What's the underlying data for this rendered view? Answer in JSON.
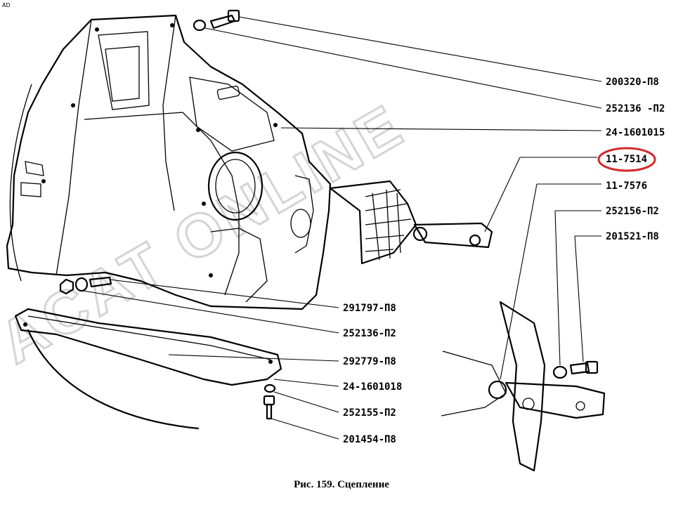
{
  "corner_mark": "AD",
  "caption": "Рис. 159. Сцепление",
  "watermark": "ACAT ONLINE",
  "highlight_color": "#d42a2a",
  "parts": [
    {
      "id": "p1",
      "label": "200320-П8"
    },
    {
      "id": "p2",
      "label": "252136 -П2"
    },
    {
      "id": "p3",
      "label": "24-1601015"
    },
    {
      "id": "p4",
      "label": "11-7514",
      "highlighted": true
    },
    {
      "id": "p5",
      "label": "11-7576"
    },
    {
      "id": "p6",
      "label": "252156-П2"
    },
    {
      "id": "p7",
      "label": "201521-П8"
    },
    {
      "id": "p8",
      "label": "291797-П8"
    },
    {
      "id": "p9",
      "label": "252136-П2"
    },
    {
      "id": "p10",
      "label": "292779-П8"
    },
    {
      "id": "p11",
      "label": "24-1601018"
    },
    {
      "id": "p12",
      "label": "252155-П2"
    },
    {
      "id": "p13",
      "label": "201454-П8"
    }
  ]
}
